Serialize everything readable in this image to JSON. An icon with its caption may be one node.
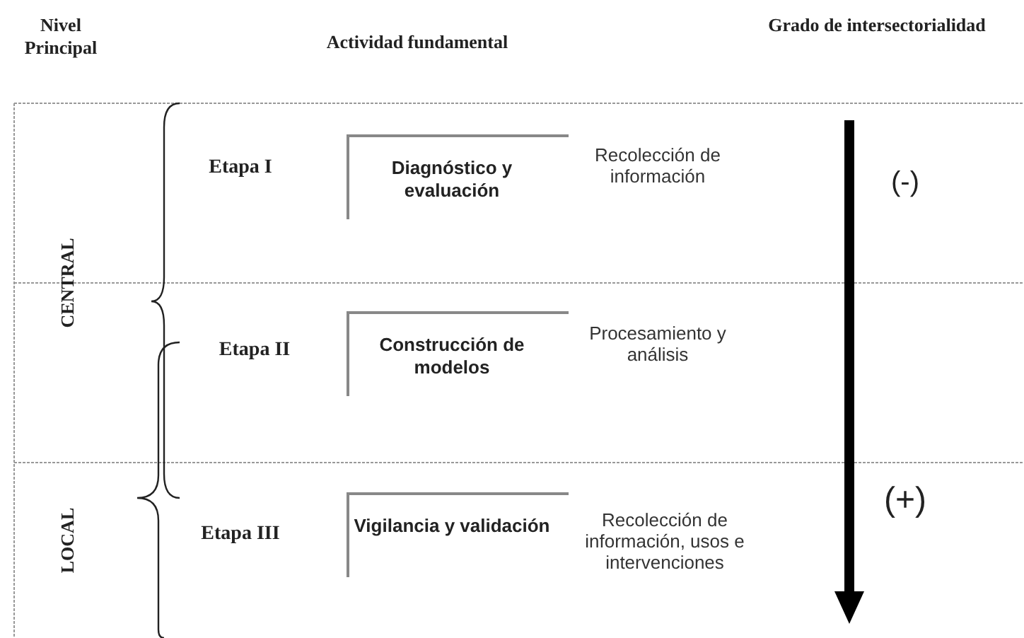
{
  "diagram": {
    "nodes": [
      {
        "text": [
          "Diagnóstico y evaluación"
        ]
      },
      {
        "text": [
          "Construcción de modelos"
        ]
      },
      {
        "text": [
          "Vigilancia y validación"
        ]
      }
    ],
    "edges": [],
    "labels": [
      "Nivel Principal",
      "Actividad fundamental",
      "Grado de intersectorialidad",
      "CENTRAL",
      "Etapa I",
      "Recolección de información",
      "(-)",
      "Etapa II",
      "Procesamiento y análisis",
      "LOCAL",
      "(+)",
      "Etapa III",
      "Recolección de información, usos e intervenciones"
    ]
  }
}
